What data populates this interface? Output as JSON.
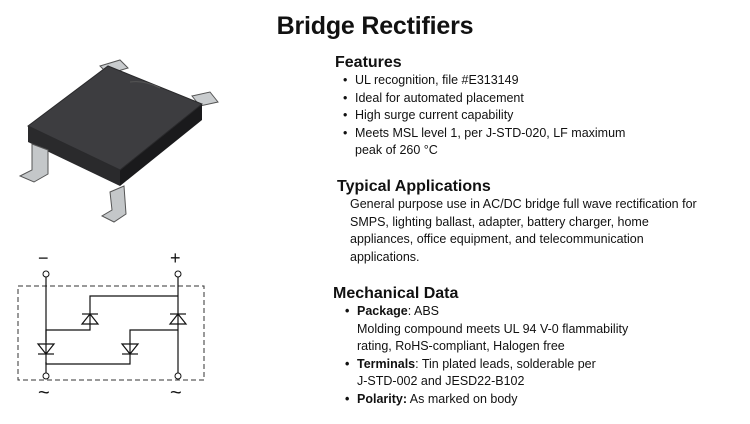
{
  "title": "Bridge Rectifiers",
  "features": {
    "heading": "Features",
    "items": [
      "UL recognition, file #E313149",
      "Ideal for automated placement",
      "High surge current capability",
      "Meets MSL level 1, per J-STD-020, LF maximum"
    ],
    "item4_cont": "peak of 260 °C"
  },
  "applications": {
    "heading": "Typical Applications",
    "lines": [
      "General purpose use in AC/DC bridge full wave rectification for",
      "SMPS, lighting ballast, adapter, battery charger, home",
      "appliances, office equipment, and telecommunication",
      "applications."
    ]
  },
  "mechanical": {
    "heading": "Mechanical Data",
    "package_label": "Package",
    "package_value": ": ABS",
    "package_lines": [
      "Molding compound meets UL 94 V-0 flammability",
      "rating, RoHS-compliant, Halogen free"
    ],
    "terminals_label": "Terminals",
    "terminals_value": ": Tin plated leads, solderable per",
    "terminals_cont": "J-STD-002 and JESD22-B102",
    "polarity_label": "Polarity:",
    "polarity_value": " As marked on body"
  },
  "schematic": {
    "minus": "−",
    "plus": "+",
    "ac_left": "~",
    "ac_right": "~"
  }
}
